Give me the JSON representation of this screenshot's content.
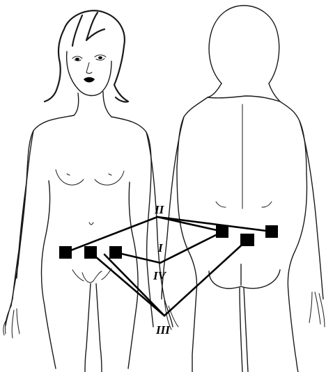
{
  "labels": {
    "I": "I",
    "II": "II",
    "III": "III",
    "IV": "IV"
  }
}
